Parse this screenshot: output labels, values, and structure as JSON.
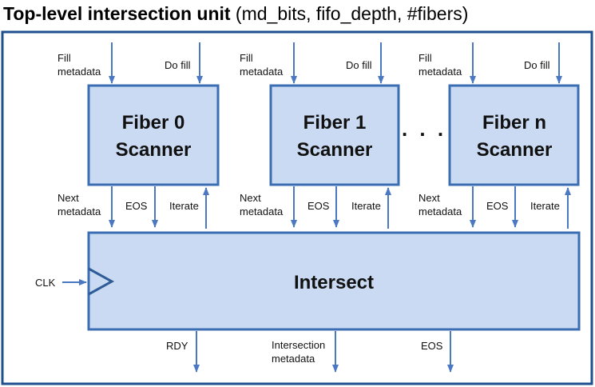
{
  "title": {
    "bold": "Top-level intersection unit",
    "params": " (md_bits, fifo_depth, #fibers)"
  },
  "scanners": [
    {
      "line1": "Fiber 0",
      "line2": "Scanner"
    },
    {
      "line1": "Fiber 1",
      "line2": "Scanner"
    },
    {
      "line1": "Fiber n",
      "line2": "Scanner"
    }
  ],
  "ellipsis": ". . .",
  "scanner_inputs": {
    "fill_metadata": [
      "Fill",
      "metadata"
    ],
    "do_fill": "Do fill"
  },
  "scanner_outputs": {
    "next_metadata": [
      "Next",
      "metadata"
    ],
    "eos": "EOS",
    "iterate": "Iterate"
  },
  "intersect": {
    "label": "Intersect",
    "clk": "CLK"
  },
  "outputs": {
    "rdy": "RDY",
    "intersection_metadata": [
      "Intersection",
      "metadata"
    ],
    "eos": "EOS"
  },
  "colors": {
    "block_fill": "#c9daf2",
    "block_stroke": "#3b6db3",
    "outer_stroke": "#1f4f8f",
    "arrow": "#4a78c2"
  }
}
